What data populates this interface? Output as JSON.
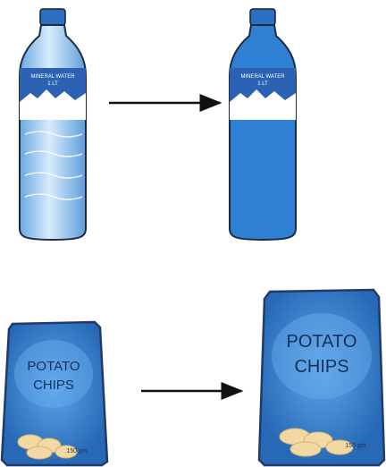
{
  "bottles": {
    "label_line1": "MINERAL WATER",
    "label_line2": "1 LT"
  },
  "chips": {
    "title_line1": "POTATO",
    "title_line2": "CHIPS",
    "weight": "150 gm"
  },
  "colors": {
    "bottle_fill": "#2f7fd3",
    "bottle_water": "#a7cdee",
    "chips_bag": "#2b78c8",
    "chips_edge": "#223a66",
    "chip": "#f2d9a3",
    "arrow": "#111111"
  }
}
